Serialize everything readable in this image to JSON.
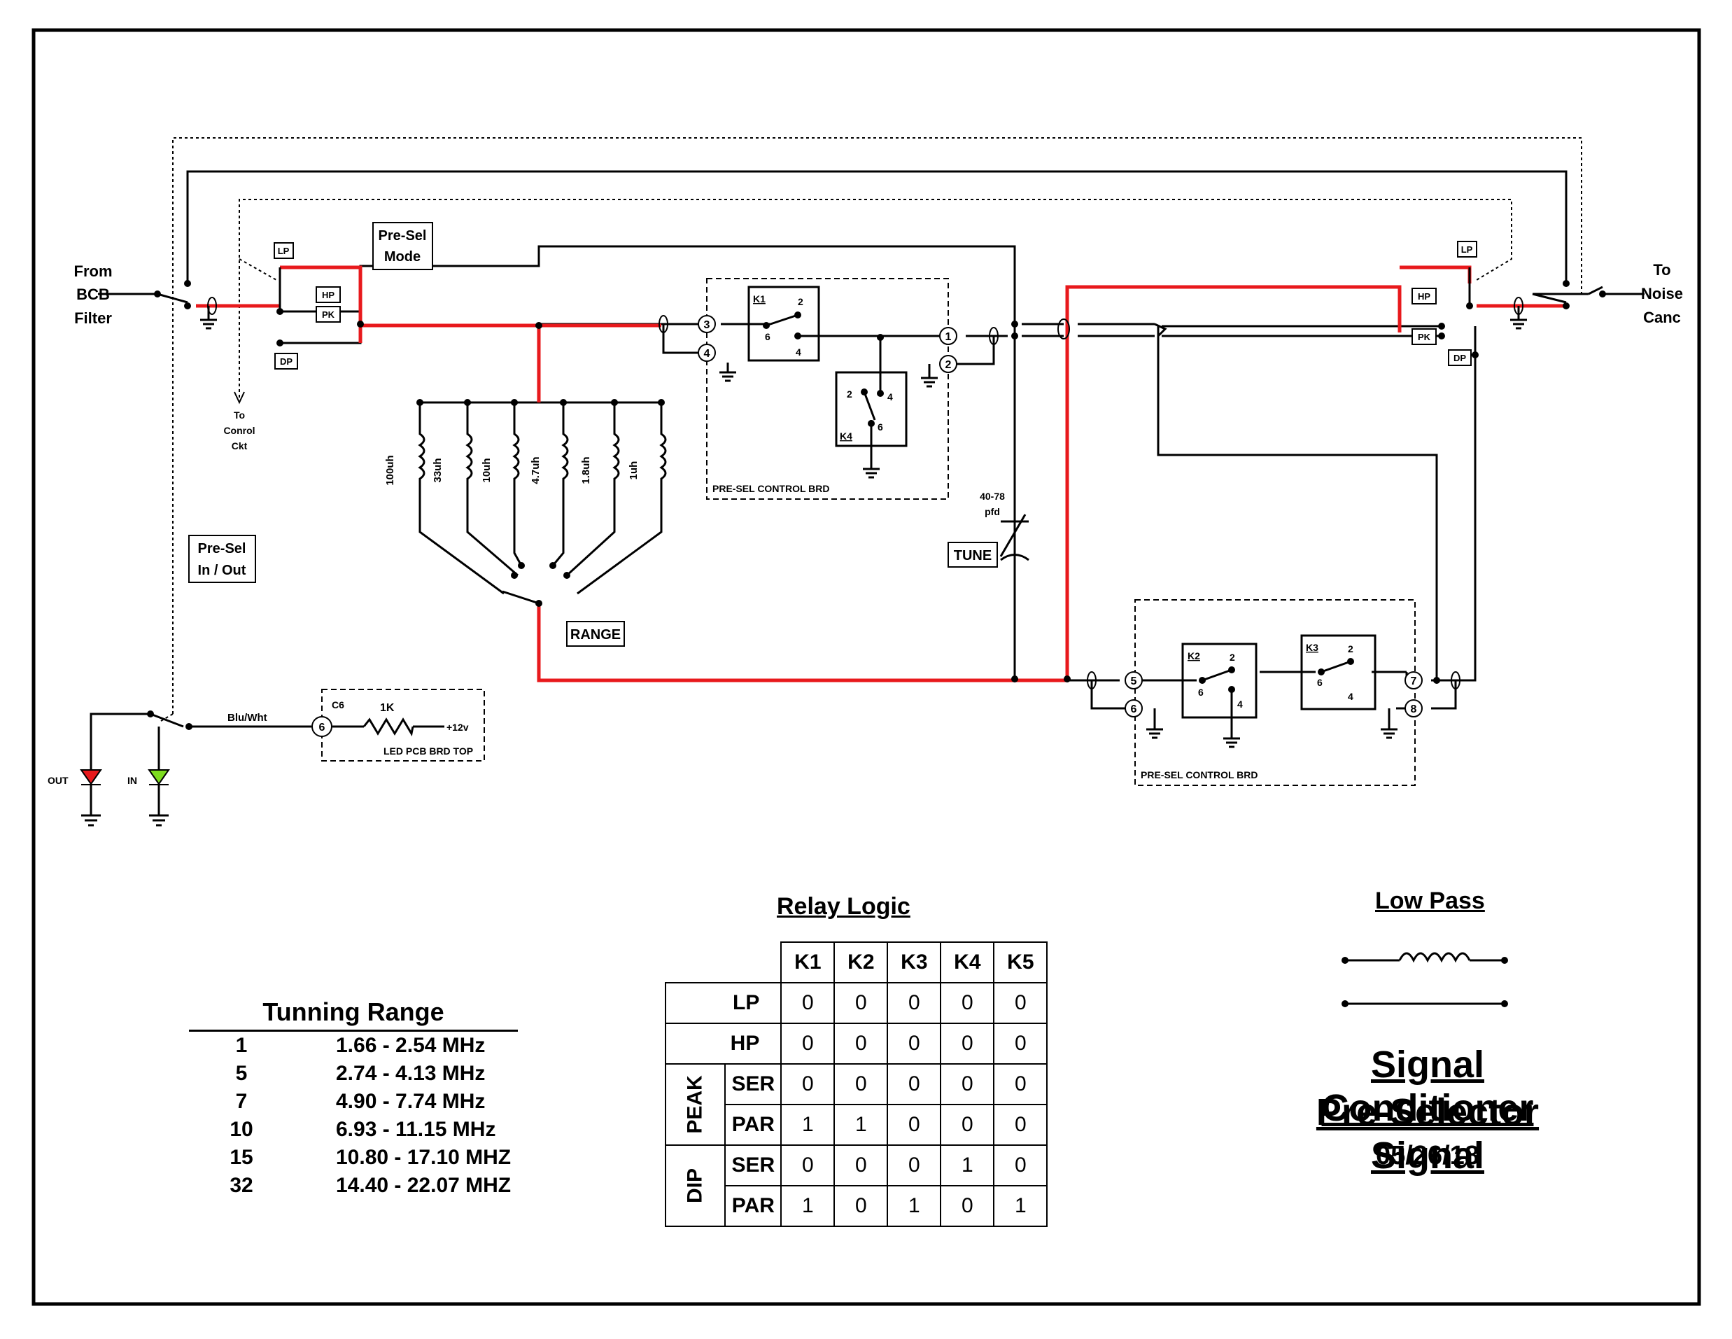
{
  "labels": {
    "from": [
      "From",
      "BCB",
      "Filter"
    ],
    "to": [
      "To",
      "Noise",
      "Canc"
    ],
    "pre_sel_mode": [
      "Pre-Sel",
      "Mode"
    ],
    "pre_sel_inout": [
      "Pre-Sel",
      "In / Out"
    ],
    "to_control": [
      "To",
      "Conrol",
      "Ckt"
    ],
    "lp": "LP",
    "hp": "HP",
    "pk": "PK",
    "dp": "DP",
    "k1": "K1",
    "k2": "K2",
    "k3": "K3",
    "k4": "K4",
    "control_brd": "PRE-SEL CONTROL BRD",
    "inductors": [
      "100uh",
      "33uh",
      "10uh",
      "4.7uh",
      "1.8uh",
      "1uh"
    ],
    "range": "RANGE",
    "tune": "TUNE",
    "cap_value": [
      "40-78",
      "pfd"
    ],
    "blu_wht": "Blu/Wht",
    "c6": "C6",
    "one_k": "1K",
    "plus12": "+12v",
    "led_brd": "LED PCB BRD TOP",
    "out": "OUT",
    "in": "IN",
    "pins": [
      "1",
      "2",
      "3",
      "4",
      "5",
      "6",
      "7",
      "8"
    ],
    "relay_pins": [
      "2",
      "6",
      "4"
    ],
    "c6_pin": "6"
  },
  "tuning": {
    "title": "Tunning Range",
    "rows": [
      {
        "n": "1",
        "range": "1.66 - 2.54 MHz"
      },
      {
        "n": "5",
        "range": "2.74 - 4.13 MHz"
      },
      {
        "n": "7",
        "range": "4.90 - 7.74 MHz"
      },
      {
        "n": "10",
        "range": "6.93 - 11.15 MHz"
      },
      {
        "n": "15",
        "range": "10.80 - 17.10 MHZ"
      },
      {
        "n": "32",
        "range": "14.40 - 22.07 MHZ"
      }
    ]
  },
  "relay_logic": {
    "title": "Relay Logic",
    "columns": [
      "K1",
      "K2",
      "K3",
      "K4",
      "K5"
    ],
    "groups": [
      "PEAK",
      "DIP"
    ],
    "rows": [
      {
        "label": "LP",
        "values": [
          "0",
          "0",
          "0",
          "0",
          "0"
        ]
      },
      {
        "label": "HP",
        "values": [
          "0",
          "0",
          "0",
          "0",
          "0"
        ]
      },
      {
        "label": "SER",
        "values": [
          "0",
          "0",
          "0",
          "0",
          "0"
        ]
      },
      {
        "label": "PAR",
        "values": [
          "1",
          "1",
          "0",
          "0",
          "0"
        ]
      },
      {
        "label": "SER",
        "values": [
          "0",
          "0",
          "0",
          "1",
          "0"
        ]
      },
      {
        "label": "PAR",
        "values": [
          "1",
          "0",
          "1",
          "0",
          "1"
        ]
      }
    ]
  },
  "legend": {
    "low_pass": "Low Pass"
  },
  "title": {
    "line1": "Signal Conditioner",
    "line2": "Pre-Selector Signal",
    "date": "05/26/18"
  },
  "colors": {
    "signal": "#e8191c",
    "wire": "#000000",
    "led_out": "#e8191c",
    "led_in": "#7ddc1f"
  }
}
